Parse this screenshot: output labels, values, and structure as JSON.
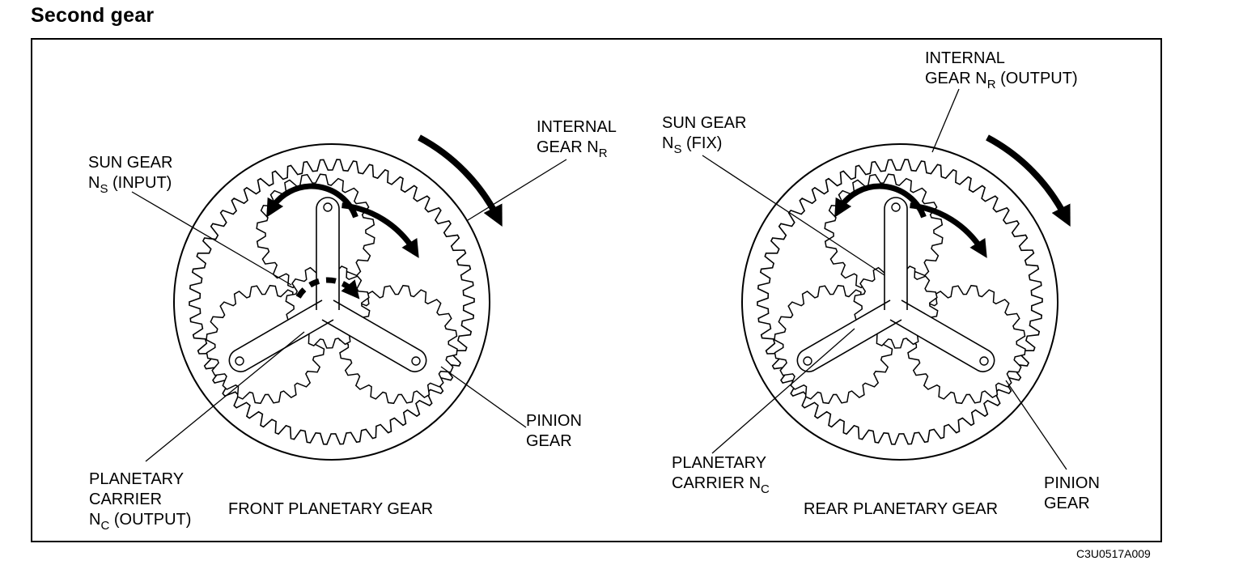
{
  "title": "Second gear",
  "figure_code": "C3U0517A009",
  "front": {
    "caption": "FRONT PLANETARY GEAR",
    "internal_gear": {
      "line1": "INTERNAL",
      "line2_main": "GEAR N",
      "line2_sub": "R"
    },
    "sun_gear": {
      "line1": "SUN GEAR",
      "line2_main": "N",
      "line2_sub": "S",
      "line2_suffix": " (INPUT)"
    },
    "pinion_gear": {
      "line1": "PINION",
      "line2": "GEAR"
    },
    "carrier": {
      "line1": "PLANETARY",
      "line2": "CARRIER",
      "line3_main": "N",
      "line3_sub": "C",
      "line3_suffix": " (OUTPUT)"
    }
  },
  "rear": {
    "caption": "REAR PLANETARY GEAR",
    "internal_gear": {
      "line1": "INTERNAL",
      "line2_main": "GEAR N",
      "line2_sub": "R",
      "line2_suffix": " (OUTPUT)"
    },
    "sun_gear": {
      "line1": "SUN GEAR",
      "line2_main": "N",
      "line2_sub": "S",
      "line2_suffix": " (FIX)"
    },
    "pinion_gear": {
      "line1": "PINION",
      "line2": "GEAR"
    },
    "carrier": {
      "line1": "PLANETARY",
      "line2_main": "CARRIER N",
      "line2_sub": "C"
    }
  }
}
